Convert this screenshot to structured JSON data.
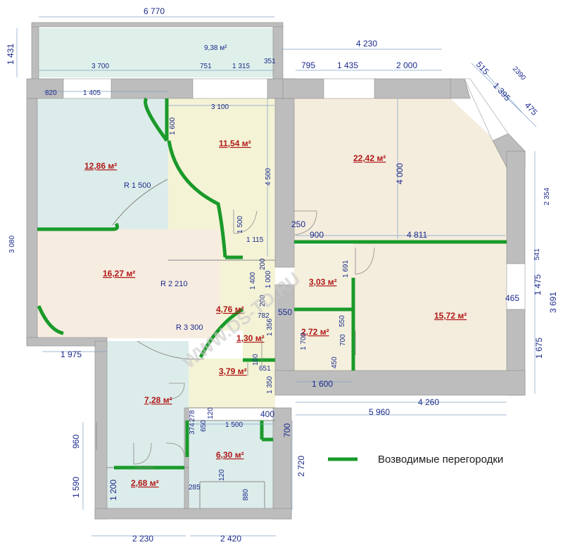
{
  "rooms": [
    {
      "area": "12,86 м²"
    },
    {
      "area": "11,54 м²"
    },
    {
      "area": "22,42 м²"
    },
    {
      "area": "16,27 м²"
    },
    {
      "area": "15,72 м²"
    },
    {
      "area": "3,03 м²"
    },
    {
      "area": "4,76 м²"
    },
    {
      "area": "2,72 м²"
    },
    {
      "area": "1,30 м²"
    },
    {
      "area": "3,79 м²"
    },
    {
      "area": "7,28 м²"
    },
    {
      "area": "6,30 м²"
    },
    {
      "area": "2,68 м²"
    }
  ],
  "balcony": {
    "area": "9,38 м²"
  },
  "dimensions": [
    "6 770",
    "1 431",
    "4 230",
    "3 700",
    "751",
    "1 315",
    "351",
    "795",
    "1 435",
    "2 000",
    "515",
    "2390",
    "1 395",
    "475",
    "820",
    "1 405",
    "3 100",
    "1 600",
    "4 500",
    "4 000",
    "2 354",
    "3 080",
    "250",
    "900",
    "4 811",
    "541",
    "1 500",
    "1 115",
    "200",
    "1 691",
    "1 400",
    "1 000",
    "1 475",
    "3 691",
    "465",
    "782",
    "550",
    "1 356",
    "1 975",
    "1 700",
    "700",
    "450",
    "651",
    "1 675",
    "1 600",
    "4 260",
    "5 960",
    "1 350",
    "374",
    "278",
    "650",
    "120",
    "1 500",
    "400",
    "700",
    "960",
    "1 590",
    "2 720",
    "1 200",
    "285",
    "120",
    "880",
    "2 230",
    "2 420",
    "200",
    "100",
    "550"
  ],
  "radii": [
    "R 1 500",
    "R 2 210",
    "R 3 300"
  ],
  "legend": {
    "label": "Возводимые перегородки"
  },
  "watermark": "WWW.DS-TD.RU",
  "colors": {
    "wall": "#bdbdbd",
    "partition": "#1a9a2a",
    "dimension": "#1a2a8c",
    "area_text": "#b01818"
  }
}
